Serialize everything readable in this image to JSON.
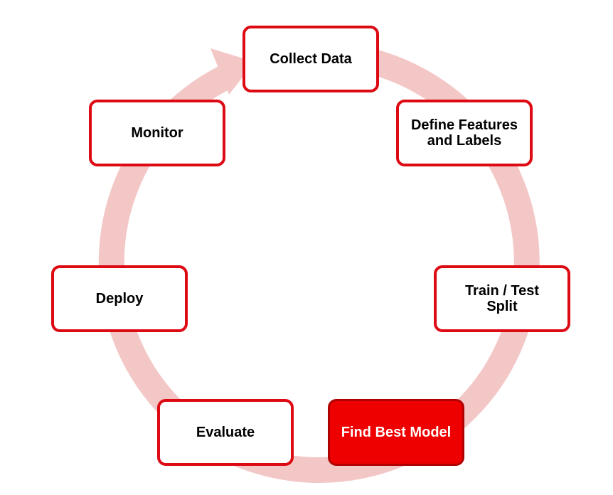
{
  "diagram": {
    "ring_color": "#f4c7c7",
    "box_border_color": "#dd0a14",
    "active_fill_color": "#ee0000",
    "active_border_color": "#b00000",
    "arrow_direction": "clockwise",
    "steps": [
      {
        "label": "Collect Data",
        "active": false
      },
      {
        "label": "Define Features\nand Labels",
        "active": false
      },
      {
        "label": "Train / Test\nSplit",
        "active": false
      },
      {
        "label": "Find Best Model",
        "active": true
      },
      {
        "label": "Evaluate",
        "active": false
      },
      {
        "label": "Deploy",
        "active": false
      },
      {
        "label": "Monitor",
        "active": false
      }
    ]
  }
}
